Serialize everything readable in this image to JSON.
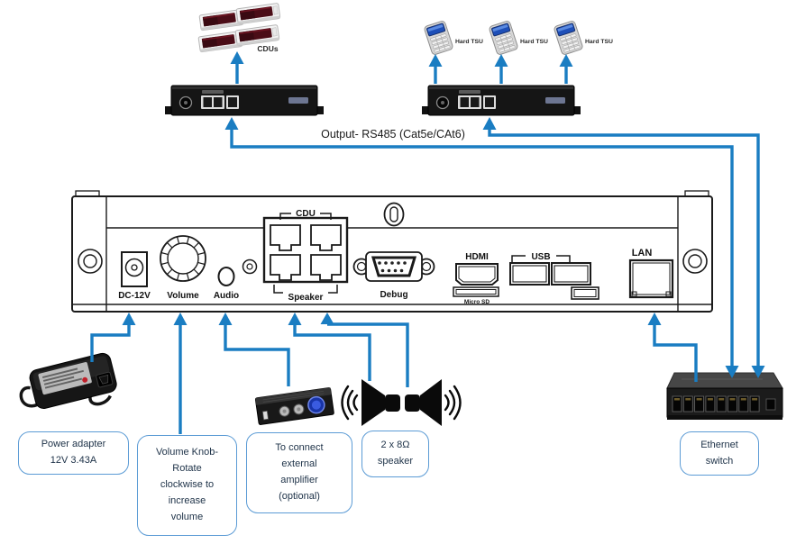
{
  "colors": {
    "arrow": "#1a7dc2",
    "callout_border": "#5b9bd5",
    "callout_text": "#20344a",
    "line_art": "#1a1a1a",
    "cdu_display": "#4b0d17",
    "tsu_screen": "#1e4fb8"
  },
  "top_devices": {
    "cdus_label": "CDUs",
    "hard_tsu_labels": [
      "Hard TSU",
      "Hard TSU",
      "Hard TSU"
    ],
    "rs485_label": "Output- RS485 (Cat5e/CAt6)"
  },
  "panel_labels": {
    "dc": "DC-12V",
    "volume": "Volume",
    "audio": "Audio",
    "cdu": "CDU",
    "speaker": "Speaker",
    "debug": "Debug",
    "hdmi": "HDMI",
    "usb": "USB",
    "microsd": "Micro SD",
    "lan": "LAN"
  },
  "callouts": {
    "power": "Power adapter\n12V 3.43A",
    "volume_knob": "Volume Knob-\nRotate\nclockwise to\nincrease\nvolume",
    "amplifier": "To connect\nexternal\namplifier\n(optional)",
    "speakers": "2 x 8Ω\nspeaker",
    "ethernet": "Ethernet\nswitch"
  }
}
